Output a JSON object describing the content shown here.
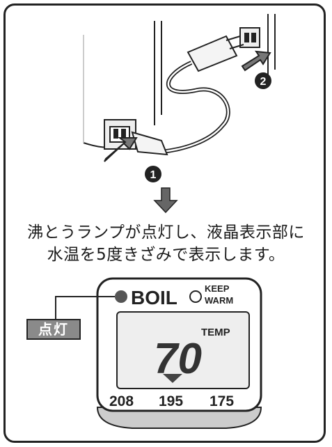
{
  "steps": {
    "step1": "1",
    "step2": "2"
  },
  "instruction": {
    "line1": "沸とうランプが点灯し、液晶表示部に",
    "line2": "水温を5度きざみで表示します。"
  },
  "panel": {
    "boil_label": "BOIL",
    "keep_label_top": "KEEP",
    "keep_label_bottom": "WARM",
    "temp_label": "TEMP",
    "temp_value": "70",
    "presets": [
      "208",
      "195",
      "175"
    ]
  },
  "callout": {
    "label": "点灯"
  }
}
